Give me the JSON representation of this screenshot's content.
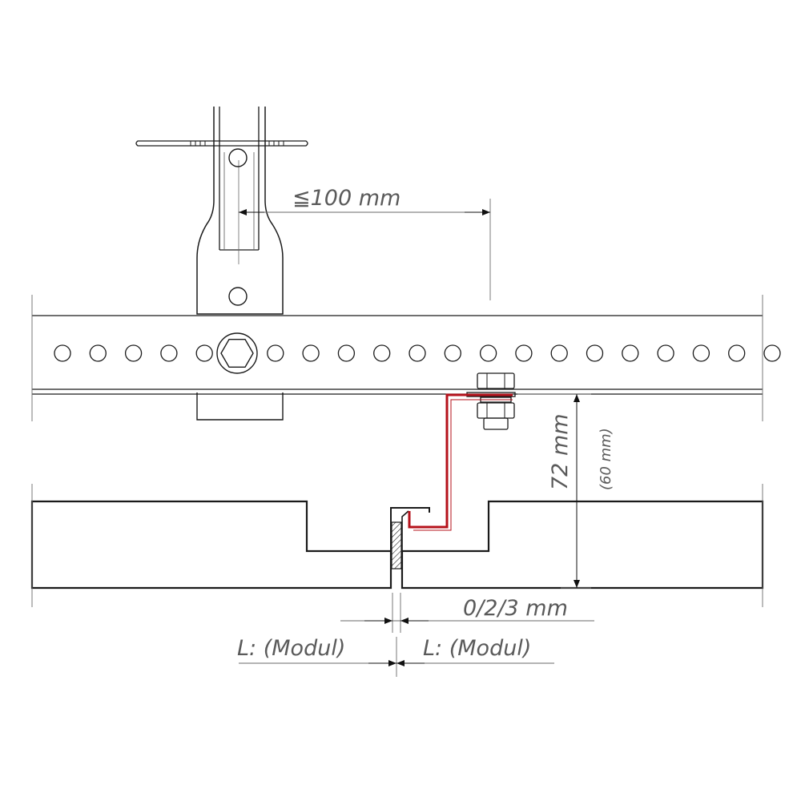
{
  "labels": {
    "max_distance": "≦100 mm",
    "height": "72 mm",
    "height_alt": "(60 mm)",
    "gap": "0/2/3 mm",
    "module_left": "L: (Modul)",
    "module_right": "L: (Modul)"
  },
  "colors": {
    "clip": "#b5121b",
    "panel_fill": "#ececec",
    "line": "#1a1a1a",
    "dimension": "#5a5a5a"
  }
}
